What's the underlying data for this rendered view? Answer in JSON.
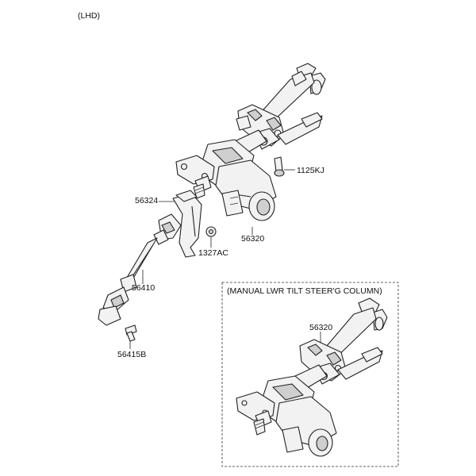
{
  "header": {
    "variant": "(LHD)"
  },
  "parts": {
    "p1125KJ": "1125KJ",
    "p56324": "56324",
    "p56320": "56320",
    "p1327AC": "1327AC",
    "p56410": "56410",
    "p56415B": "56415B"
  },
  "inset": {
    "title": "(MANUAL LWR TILT STEER'G COLUMN)",
    "part_label": "56320"
  }
}
